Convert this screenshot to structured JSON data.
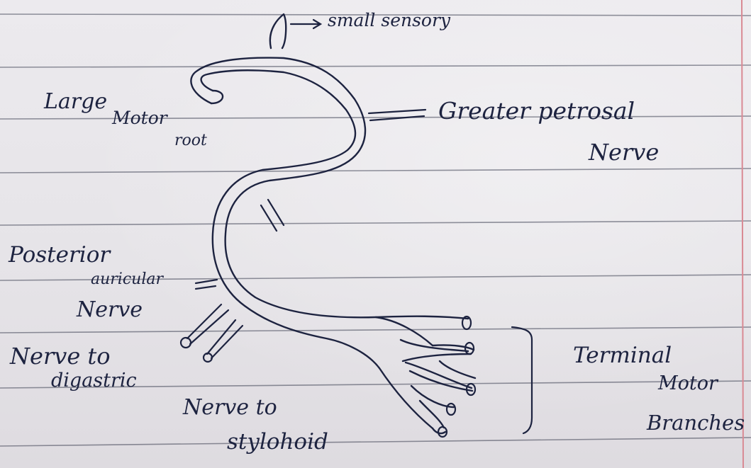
{
  "labels": {
    "small_sensory": "small sensory",
    "large": "Large",
    "motor": "Motor",
    "root": "root",
    "greater_petrosal": "Greater petrosal",
    "nerve_gp": "Nerve",
    "posterior": "Posterior",
    "auricular": "auricular",
    "nerve_pa": "Nerve",
    "nerve_to": "Nerve to",
    "digastric": "digastric",
    "nerve_to_2": "Nerve to",
    "stylohoid": "stylohoid",
    "terminal": "Terminal",
    "motor_2": "Motor",
    "branches": "Branches"
  },
  "colors": {
    "paper": "#e9e7ea",
    "rule_line": "#3c3f52",
    "margin_line": "#d98a94",
    "ink": "#1d2340"
  }
}
